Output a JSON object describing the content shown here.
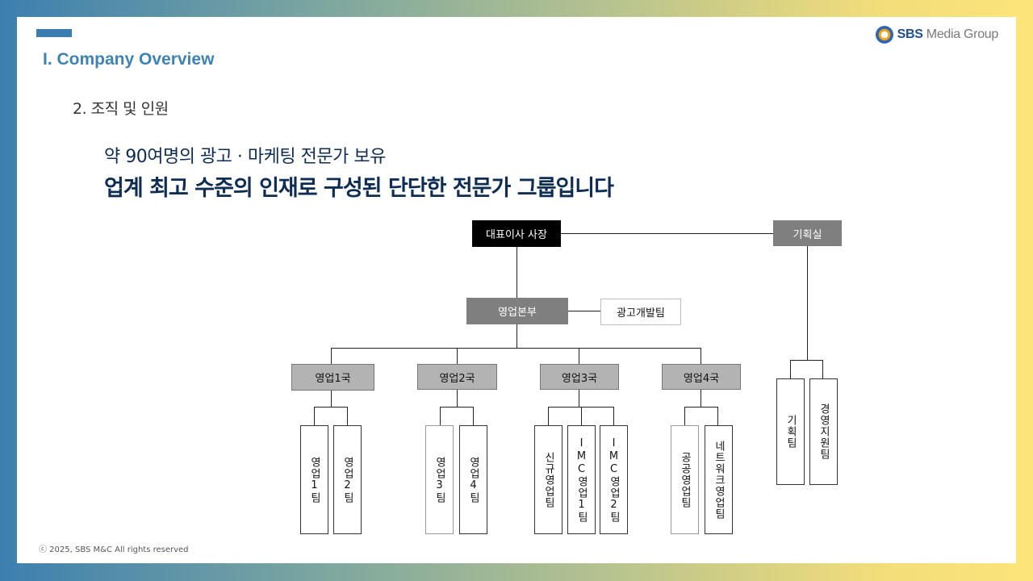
{
  "header": {
    "section_title": "I. Company Overview",
    "logo_brand": "SBS",
    "logo_suffix": " Media Group"
  },
  "content": {
    "subsection": "2. 조직 및 인원",
    "headline_line1": "약 90여명의 광고 · 마케팅 전문가 보유",
    "headline_line2": "업계 최고 수준의 인재로 구성된 단단한 전문가 그룹입니다"
  },
  "org_chart": {
    "ceo": "대표이사 사장",
    "planning_office": "기획실",
    "sales_hq": "영업본부",
    "ad_dev_team": "광고개발팀",
    "divisions": {
      "d1": {
        "label": "영업1국",
        "teams": [
          "영업1팀",
          "영업2팀"
        ]
      },
      "d2": {
        "label": "영업2국",
        "teams": [
          "영업3팀",
          "영업4팀"
        ]
      },
      "d3": {
        "label": "영업3국",
        "teams": [
          "신규영업팀",
          "IMC영업1팀",
          "IMC영업2팀"
        ]
      },
      "d4": {
        "label": "영업4국",
        "teams": [
          "공공영업팀",
          "네트워크영업팀"
        ]
      }
    },
    "planning_teams": [
      "기획팀",
      "경영지원팀"
    ]
  },
  "footer": {
    "copyright": "ⓒ 2025, SBS M&C All rights reserved"
  },
  "colors": {
    "accent_blue": "#3f83b5",
    "navy": "#0d2d55",
    "box_black": "#000000",
    "box_dark_gray": "#7f7f7f",
    "box_light_gray": "#b3b3b3"
  }
}
